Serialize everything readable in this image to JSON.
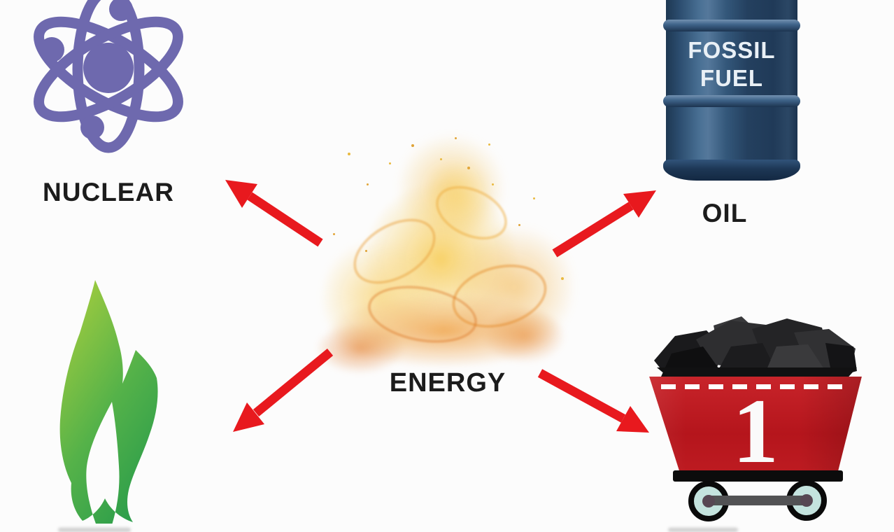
{
  "page": {
    "background": "#FCFCFC",
    "description": "Energy sources diagram: central fire labeled ENERGY with red arrows to nuclear, oil, gas and coal icons"
  },
  "diagram": {
    "center": {
      "label": "ENERGY",
      "icon": "fire-flame",
      "fire_colors": [
        "#F7CD5A",
        "#F0A830",
        "#E07A1F"
      ]
    },
    "arrows": {
      "color": "#E8191E",
      "directions": [
        "up-left",
        "up-right",
        "down-left",
        "down-right"
      ]
    },
    "nuclear": {
      "label": "NUCLEAR",
      "icon": "atom",
      "color": "#6E69AE"
    },
    "oil": {
      "label": "OIL",
      "icon": "oil-barrel",
      "barrel": {
        "line1": "FOSSIL",
        "line2": "FUEL",
        "color": "#24405F",
        "text_color": "#E9F0F6"
      }
    },
    "gas": {
      "icon": "green-flame",
      "color_top": "#A8CE3E",
      "color_bottom": "#2B9D4B"
    },
    "coal": {
      "icon": "coal-mine-cart",
      "cart_number": "1",
      "cart_color": "#BD1B21",
      "coal_color": "#1A1A1C",
      "wheel_color": "#C4E3DE"
    }
  }
}
